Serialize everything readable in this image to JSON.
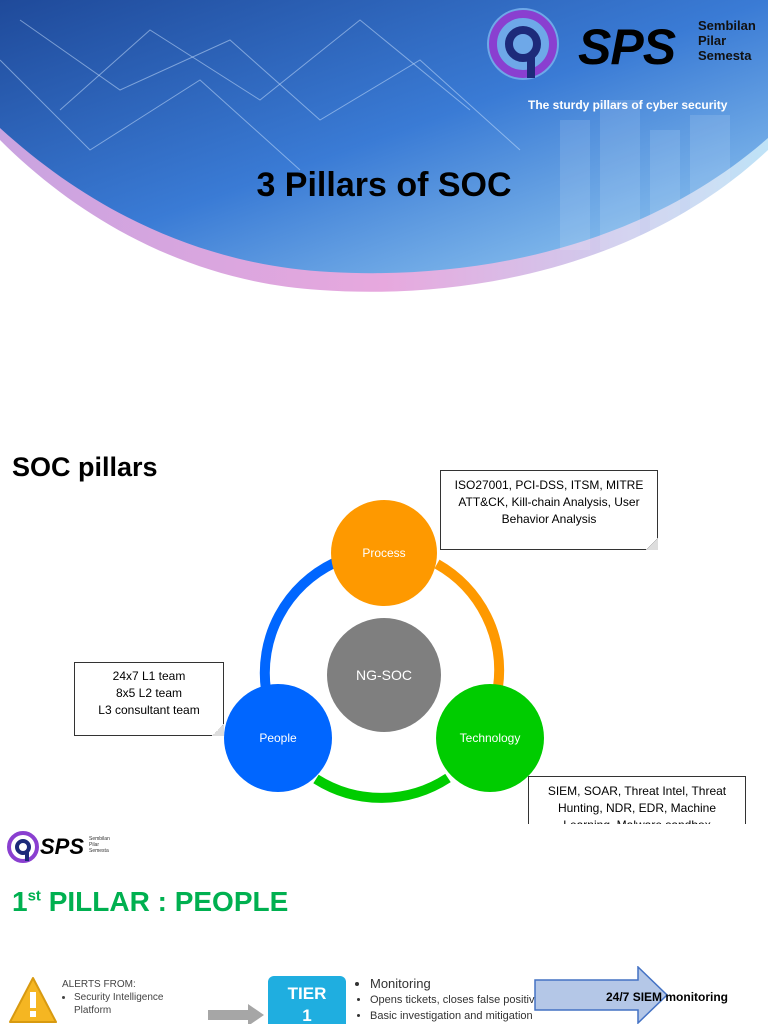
{
  "slide1": {
    "logo": {
      "word": "SPS",
      "name_lines": [
        "Sembilan",
        "Pilar",
        "Semesta"
      ]
    },
    "tagline": "The sturdy pillars of cyber security",
    "title": "3 Pillars of SOC"
  },
  "slide3": {
    "title": "SOC pillars",
    "center": "NG-SOC",
    "nodes": {
      "process": "Process",
      "people": "People",
      "technology": "Technology"
    },
    "notes": {
      "process": "ISO27001, PCI-DSS, ITSM, MITRE ATT&CK, Kill-chain Analysis, User Behavior Analysis",
      "people": [
        "24x7 L1 team",
        "8x5 L2 team",
        "L3 consultant team"
      ],
      "technology": "SIEM, SOAR, Threat Intel, Threat Hunting, NDR, EDR, Machine Learning, Malware sandbox"
    },
    "colors": {
      "process": "#fe9900",
      "people": "#0066ff",
      "technology": "#00cc00",
      "center": "#7f7f7f"
    }
  },
  "slide4": {
    "logo": {
      "word": "SPS",
      "name_lines": [
        "Sembilan",
        "Pilar",
        "Semesta"
      ]
    },
    "title_num": "1",
    "title_sup": "st",
    "title_rest": " PILLAR : PEOPLE",
    "alerts_heading": "ALERTS FROM:",
    "alerts_items": [
      "Security Intelligence",
      "Platform"
    ],
    "tier_label": [
      "TIER",
      "1"
    ],
    "tasks": [
      "Monitoring",
      "Opens tickets, closes false positives",
      "Basic investigation and mitigation"
    ],
    "arrow_label": "24/7 SIEM monitoring"
  }
}
